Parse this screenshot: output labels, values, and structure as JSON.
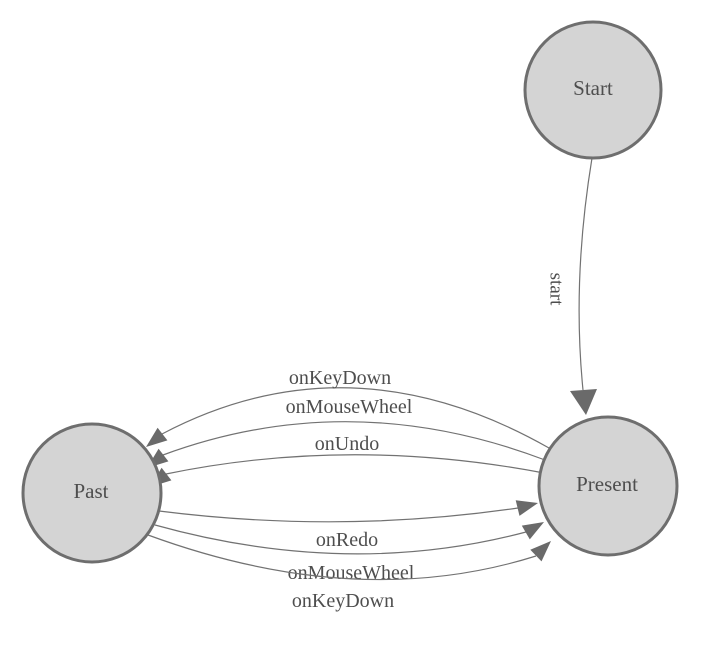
{
  "diagram": {
    "type": "state-machine",
    "colors": {
      "background": "#ffffff",
      "node_fill": "#d4d4d4",
      "node_stroke": "#6e6e6e",
      "edge": "#727272",
      "arrow": "#6a6a6a",
      "label": "#4e4e4e"
    },
    "nodes": [
      {
        "id": "start",
        "label": "Start"
      },
      {
        "id": "present",
        "label": "Present"
      },
      {
        "id": "past",
        "label": "Past"
      }
    ],
    "edges": [
      {
        "label": "start",
        "from": "Start",
        "to": "Present"
      },
      {
        "label": "onKeyDown",
        "from": "Present",
        "to": "Past"
      },
      {
        "label": "onMouseWheel",
        "from": "Present",
        "to": "Past"
      },
      {
        "label": "onUndo",
        "from": "Present",
        "to": "Past"
      },
      {
        "label": "onRedo",
        "from": "Past",
        "to": "Present"
      },
      {
        "label": "onMouseWheel",
        "from": "Past",
        "to": "Present"
      },
      {
        "label": "onKeyDown",
        "from": "Past",
        "to": "Present"
      }
    ]
  }
}
